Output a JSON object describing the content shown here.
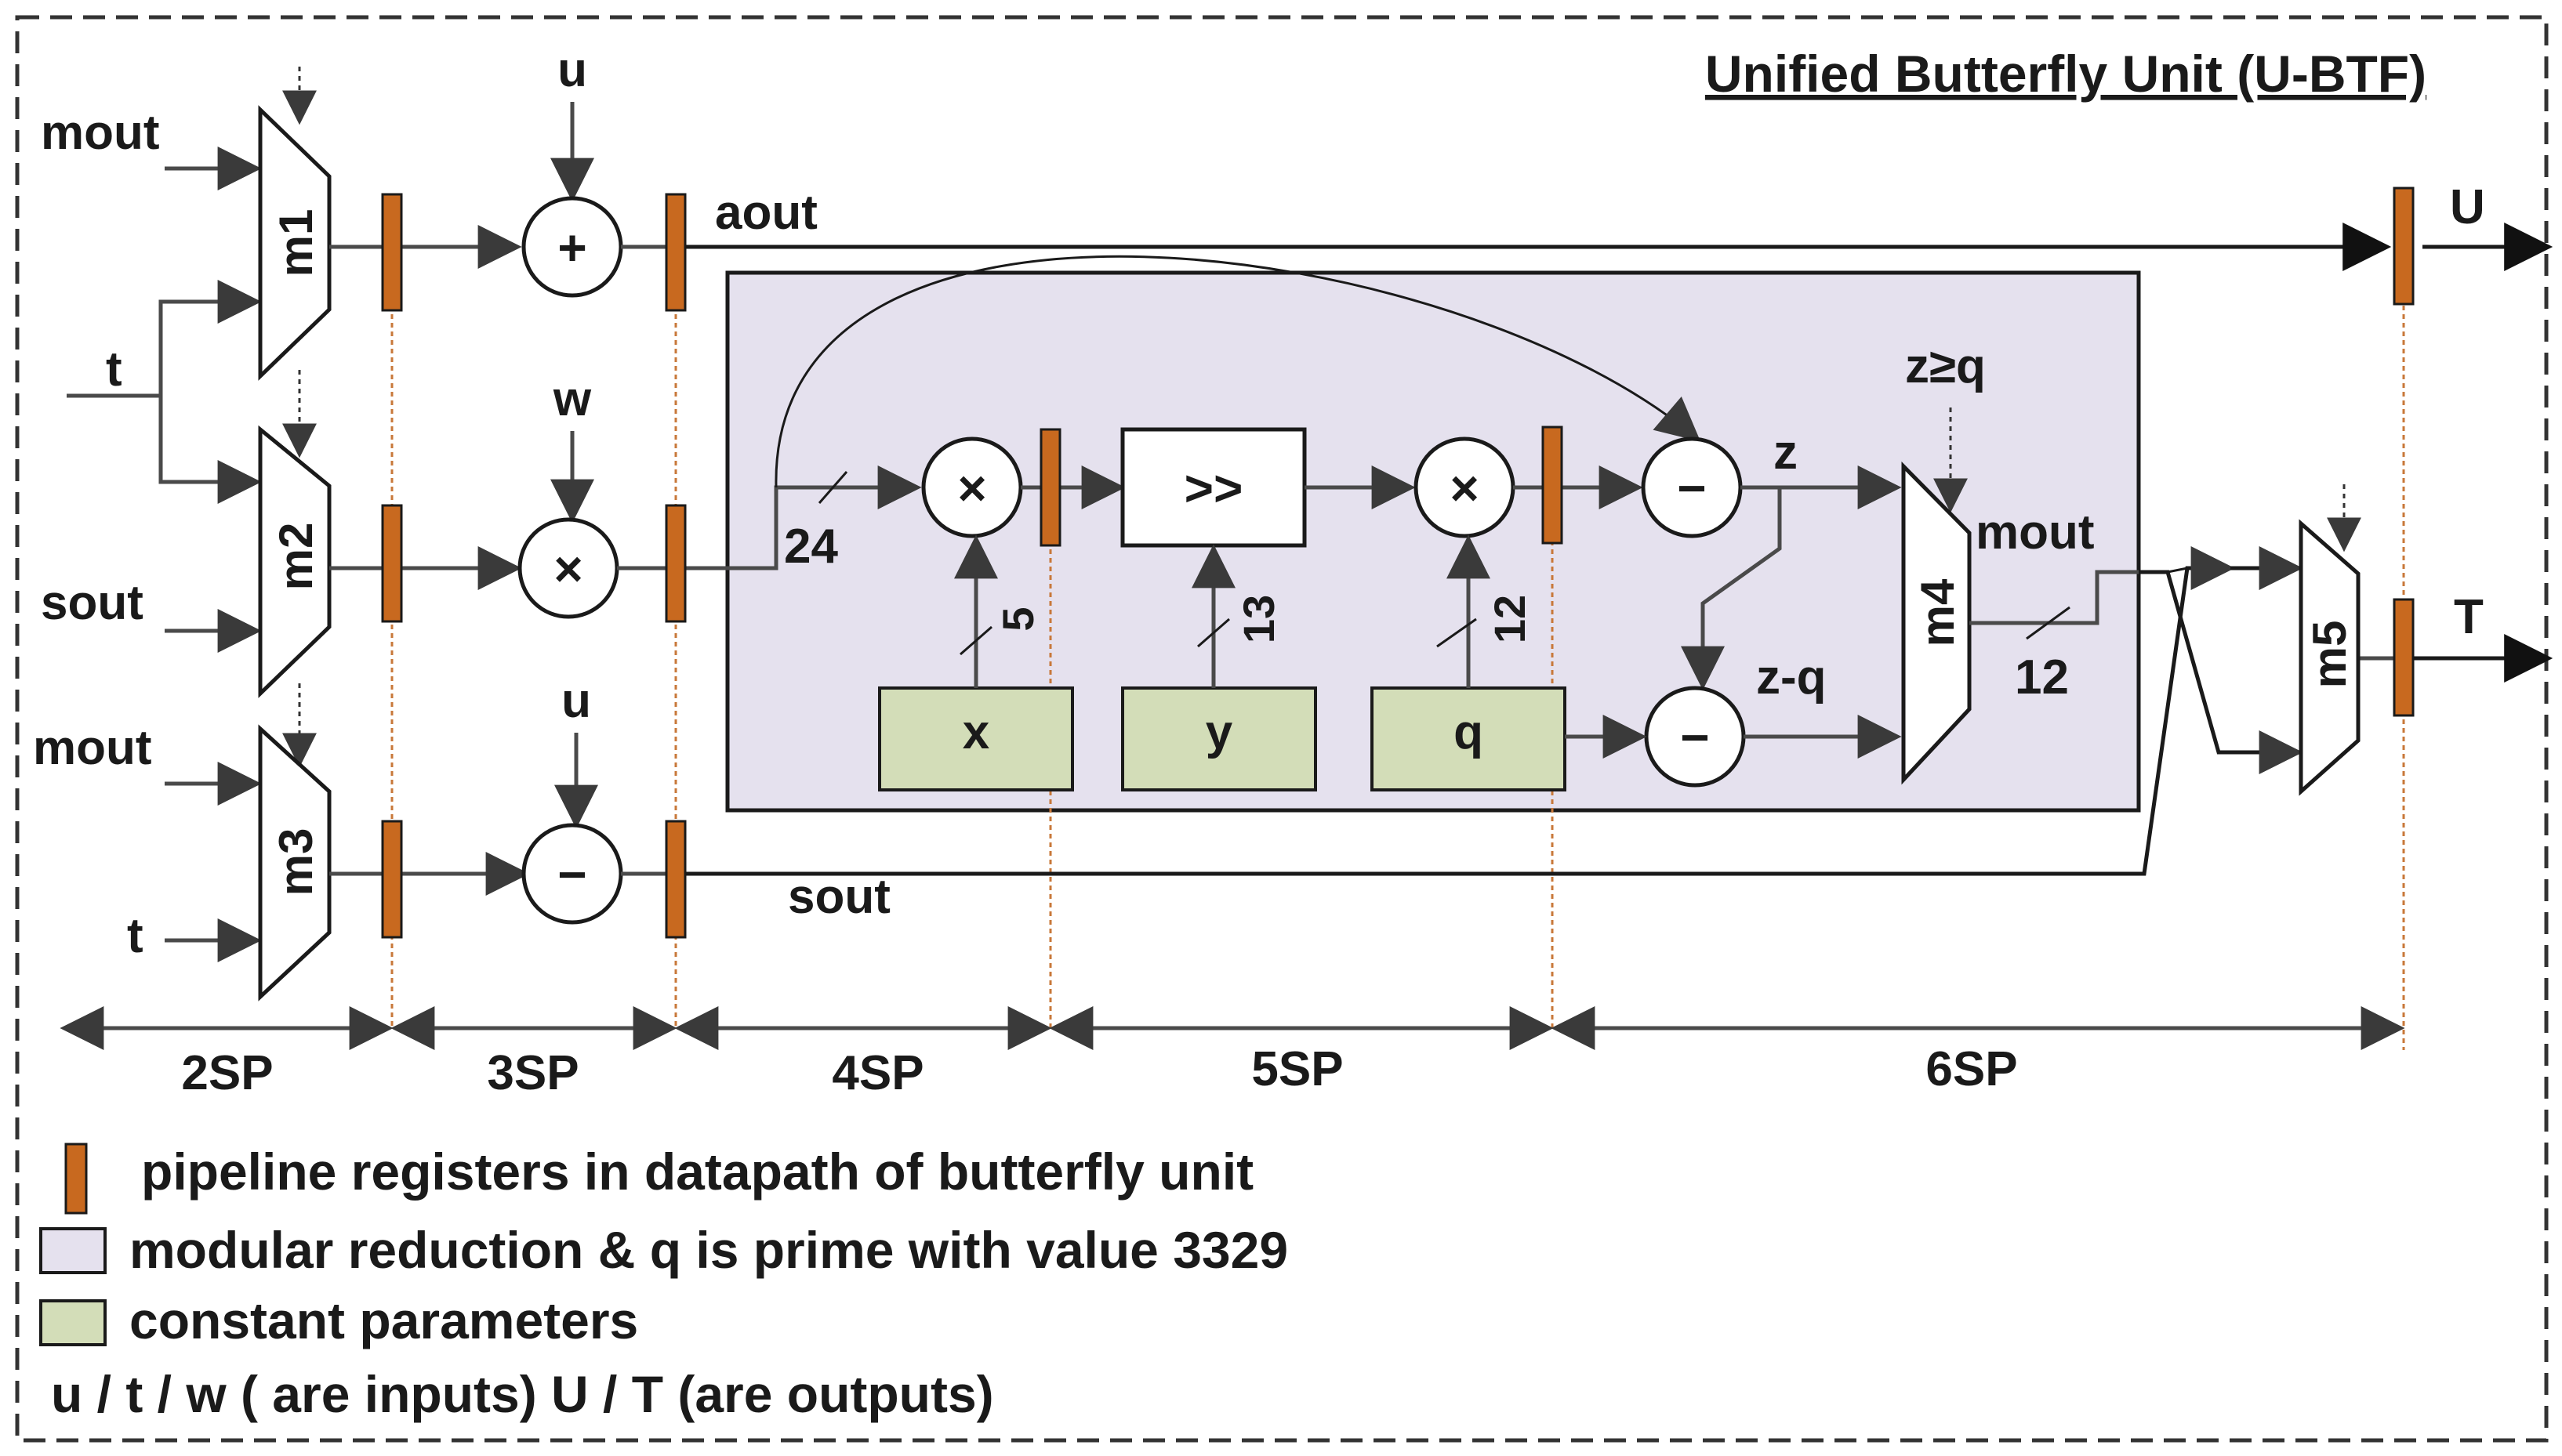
{
  "title": "Unified Butterfly Unit (U-BTF)",
  "muxes": {
    "m1": "m1",
    "m2": "m2",
    "m3": "m3",
    "m4": "m4",
    "m5": "m5"
  },
  "inputs": {
    "m1_top": "mout",
    "t_left": "t",
    "m2_bottom": "sout",
    "m3_top": "mout",
    "m3_bottom": "t",
    "u_top": "u",
    "w_mid": "w",
    "u_bottom": "u"
  },
  "operators": {
    "add": "+",
    "mul": "×",
    "sub": "−",
    "shift": ">>"
  },
  "signals": {
    "aout": "aout",
    "sout": "sout",
    "z": "z",
    "z_minus_q": "z-q",
    "cond": "z≥q",
    "mout": "mout",
    "out_U": "U",
    "out_T": "T"
  },
  "constants": {
    "x": "x",
    "y": "y",
    "q": "q"
  },
  "bit_widths": {
    "w24": "24",
    "w5": "5",
    "w13": "13",
    "w12_q": "12",
    "w12_out": "12"
  },
  "stages": [
    "2SP",
    "3SP",
    "4SP",
    "5SP",
    "6SP"
  ],
  "legend": {
    "register": "pipeline registers in datapath of butterfly unit",
    "reduction": "modular reduction & q is prime with value 3329",
    "constants": "constant parameters",
    "io_note": "u / t / w ( are inputs) U / T (are outputs)"
  },
  "colors": {
    "register": "#c8691f",
    "reduction_bg": "#e5e1ee",
    "constant_bg": "#d3ddb8",
    "wire": "#1a1a1a",
    "stage_line": "#c8783a"
  }
}
